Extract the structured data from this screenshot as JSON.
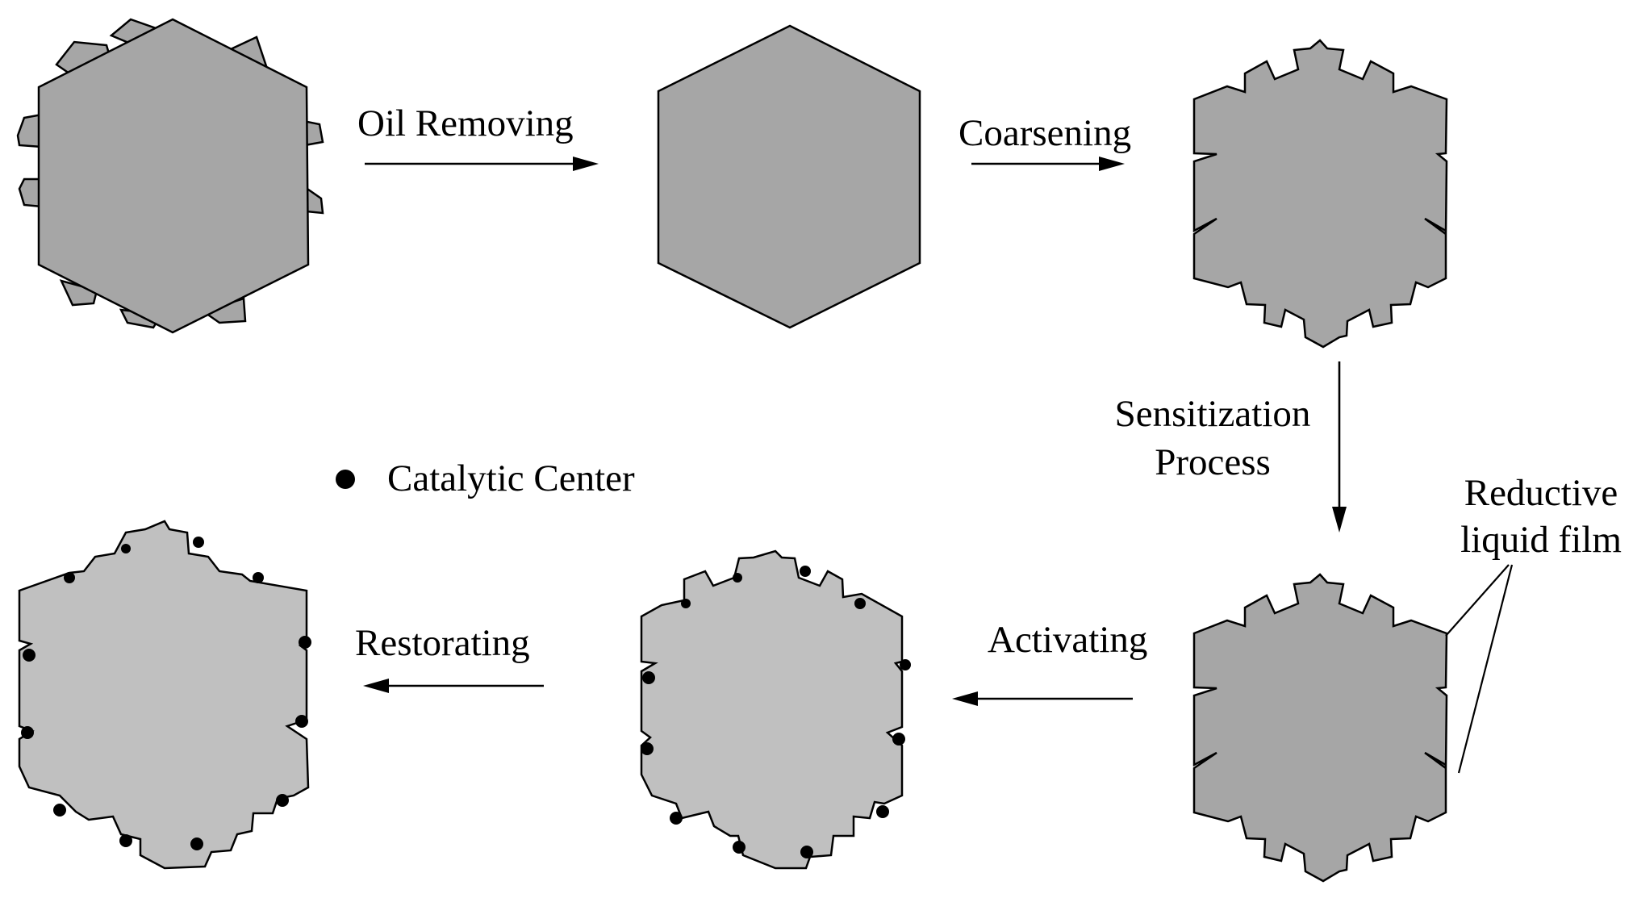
{
  "steps": {
    "oil_removing": "Oil Removing",
    "coarsening": "Coarsening",
    "sensitization_line1": "Sensitization",
    "sensitization_line2": "Process",
    "activating": "Activating",
    "restorating": "Restorating"
  },
  "legend": {
    "catalytic_center": "Catalytic Center"
  },
  "annotations": {
    "reductive_line1": "Reductive",
    "reductive_line2": "liquid film"
  },
  "colors": {
    "substrate_dark": "#a6a6a6",
    "substrate_light": "#c0c0c0",
    "outline": "#000000",
    "catalytic_dot": "#000000"
  }
}
